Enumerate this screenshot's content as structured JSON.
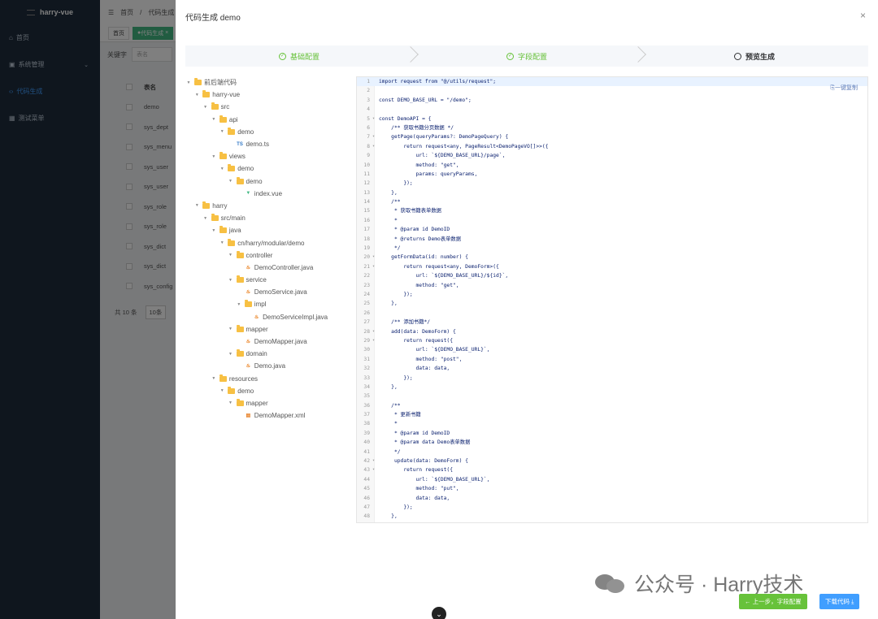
{
  "sidebar": {
    "logo": "harry-vue",
    "items": [
      {
        "label": "首页",
        "icon": "home-icon"
      },
      {
        "label": "系统管理",
        "icon": "system-icon"
      },
      {
        "label": "代码生成",
        "icon": "code-icon"
      },
      {
        "label": "测试菜单",
        "icon": "grid-icon"
      }
    ]
  },
  "navbar": {
    "breadcrumb": [
      "首页",
      "代码生成"
    ]
  },
  "tags": [
    "首页",
    "代码生成"
  ],
  "search": {
    "label": "关键字",
    "placeholder": "表名"
  },
  "bgtable": {
    "header": "表名",
    "rows": [
      "demo",
      "sys_dept",
      "sys_menu",
      "sys_user",
      "sys_user",
      "sys_role",
      "sys_role",
      "sys_dict",
      "sys_dict",
      "sys_config"
    ]
  },
  "bgfooter": {
    "total": "共 10 条",
    "pagesize": "10条"
  },
  "drawer": {
    "title": "代码生成 demo",
    "close": "×"
  },
  "steps": [
    {
      "label": "基础配置",
      "done": true
    },
    {
      "label": "字段配置",
      "done": true
    },
    {
      "label": "预览生成",
      "done": false
    }
  ],
  "tree": [
    {
      "label": "前后端代码",
      "depth": 0,
      "type": "folder"
    },
    {
      "label": "harry-vue",
      "depth": 1,
      "type": "folder"
    },
    {
      "label": "src",
      "depth": 2,
      "type": "folder"
    },
    {
      "label": "api",
      "depth": 3,
      "type": "folder"
    },
    {
      "label": "demo",
      "depth": 4,
      "type": "folder"
    },
    {
      "label": "demo.ts",
      "depth": 5,
      "type": "ts"
    },
    {
      "label": "views",
      "depth": 3,
      "type": "folder"
    },
    {
      "label": "demo",
      "depth": 4,
      "type": "folder"
    },
    {
      "label": "demo",
      "depth": 5,
      "type": "folder"
    },
    {
      "label": "index.vue",
      "depth": 6,
      "type": "vue"
    },
    {
      "label": "harry",
      "depth": 1,
      "type": "folder"
    },
    {
      "label": "src/main",
      "depth": 2,
      "type": "folder"
    },
    {
      "label": "java",
      "depth": 3,
      "type": "folder"
    },
    {
      "label": "cn/harry/modular/demo",
      "depth": 4,
      "type": "folder"
    },
    {
      "label": "controller",
      "depth": 5,
      "type": "folder"
    },
    {
      "label": "DemoController.java",
      "depth": 6,
      "type": "java"
    },
    {
      "label": "service",
      "depth": 5,
      "type": "folder"
    },
    {
      "label": "DemoService.java",
      "depth": 6,
      "type": "java"
    },
    {
      "label": "impl",
      "depth": 6,
      "type": "folder"
    },
    {
      "label": "DemoServiceImpl.java",
      "depth": 7,
      "type": "java"
    },
    {
      "label": "mapper",
      "depth": 5,
      "type": "folder"
    },
    {
      "label": "DemoMapper.java",
      "depth": 6,
      "type": "java"
    },
    {
      "label": "domain",
      "depth": 5,
      "type": "folder"
    },
    {
      "label": "Demo.java",
      "depth": 6,
      "type": "java"
    },
    {
      "label": "resources",
      "depth": 3,
      "type": "folder"
    },
    {
      "label": "demo",
      "depth": 4,
      "type": "folder"
    },
    {
      "label": "mapper",
      "depth": 5,
      "type": "folder"
    },
    {
      "label": "DemoMapper.xml",
      "depth": 6,
      "type": "xml"
    }
  ],
  "code": {
    "copy_label": "一键复制",
    "lines": [
      "import request from \"@/utils/request\";",
      "",
      "const DEMO_BASE_URL = \"/demo\";",
      "",
      "const DemoAPI = {",
      "    /** 获取书籍分页数据 */",
      "    getPage(queryParams?: DemoPageQuery) {",
      "        return request<any, PageResult<DemoPageVO[]>>({",
      "            url: `${DEMO_BASE_URL}/page`,",
      "            method: \"get\",",
      "            params: queryParams,",
      "        });",
      "    },",
      "    /**",
      "     * 获取书籍表单数据",
      "     *",
      "     * @param id DemoID",
      "     * @returns Demo表单数据",
      "     */",
      "    getFormData(id: number) {",
      "        return request<any, DemoForm>({",
      "            url: `${DEMO_BASE_URL}/${id}`,",
      "            method: \"get\",",
      "        });",
      "    },",
      "",
      "    /** 添加书籍*/",
      "    add(data: DemoForm) {",
      "        return request({",
      "            url: `${DEMO_BASE_URL}`,",
      "            method: \"post\",",
      "            data: data,",
      "        });",
      "    },",
      "",
      "    /**",
      "     * 更新书籍",
      "     *",
      "     * @param id DemoID",
      "     * @param data Demo表单数据",
      "     */",
      "     update(data: DemoForm) {",
      "        return request({",
      "            url: `${DEMO_BASE_URL}`,",
      "            method: \"put\",",
      "            data: data,",
      "        });",
      "    },"
    ],
    "fold_lines": [
      5,
      7,
      8,
      20,
      21,
      28,
      29,
      42,
      43
    ]
  },
  "buttons": {
    "prev": "← 上一步，字段配置",
    "download": "下载代码 ⤓"
  },
  "watermark": "公众号 · Harry技术",
  "colors": {
    "sidebar": "#1f2d3d",
    "success": "#67c23a",
    "primary": "#409eff",
    "folder": "#f7c043"
  }
}
